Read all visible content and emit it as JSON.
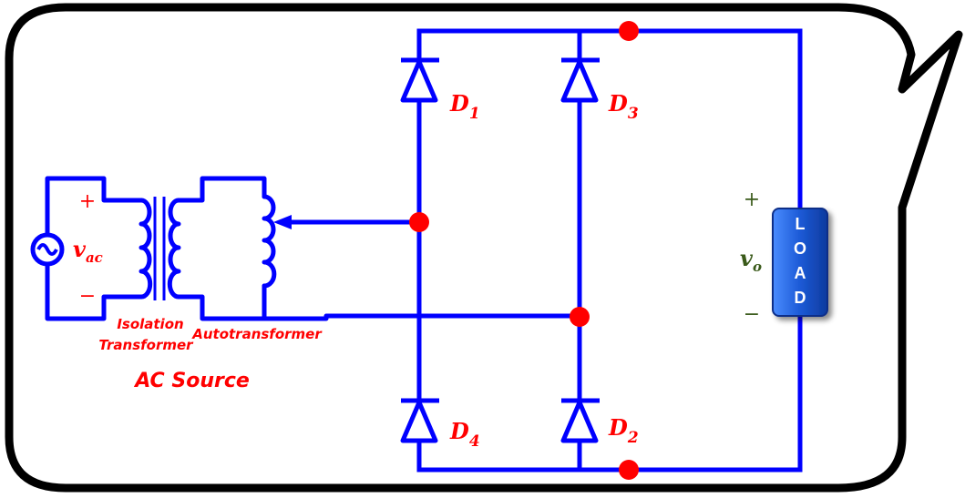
{
  "diagram": {
    "source": {
      "voltage_symbol": "v",
      "voltage_sub": "ac",
      "plus": "+",
      "minus": "−"
    },
    "labels": {
      "isolation_1": "Isolation",
      "isolation_2": "Transformer",
      "autotransformer": "Autotransformer",
      "ac_source": "AC Source"
    },
    "diodes": [
      {
        "letter": "D",
        "sub": "1"
      },
      {
        "letter": "D",
        "sub": "3"
      },
      {
        "letter": "D",
        "sub": "4"
      },
      {
        "letter": "D",
        "sub": "2"
      }
    ],
    "output": {
      "plus": "+",
      "minus": "−",
      "voltage_symbol": "v",
      "voltage_sub": "o"
    },
    "load_letters": [
      "L",
      "O",
      "A",
      "D"
    ],
    "colors": {
      "wire": "#0000ff",
      "node": "#ff0000",
      "label": "#ff0000",
      "output_label": "#3a5a1a",
      "load_box": "#1c5ad6"
    }
  }
}
